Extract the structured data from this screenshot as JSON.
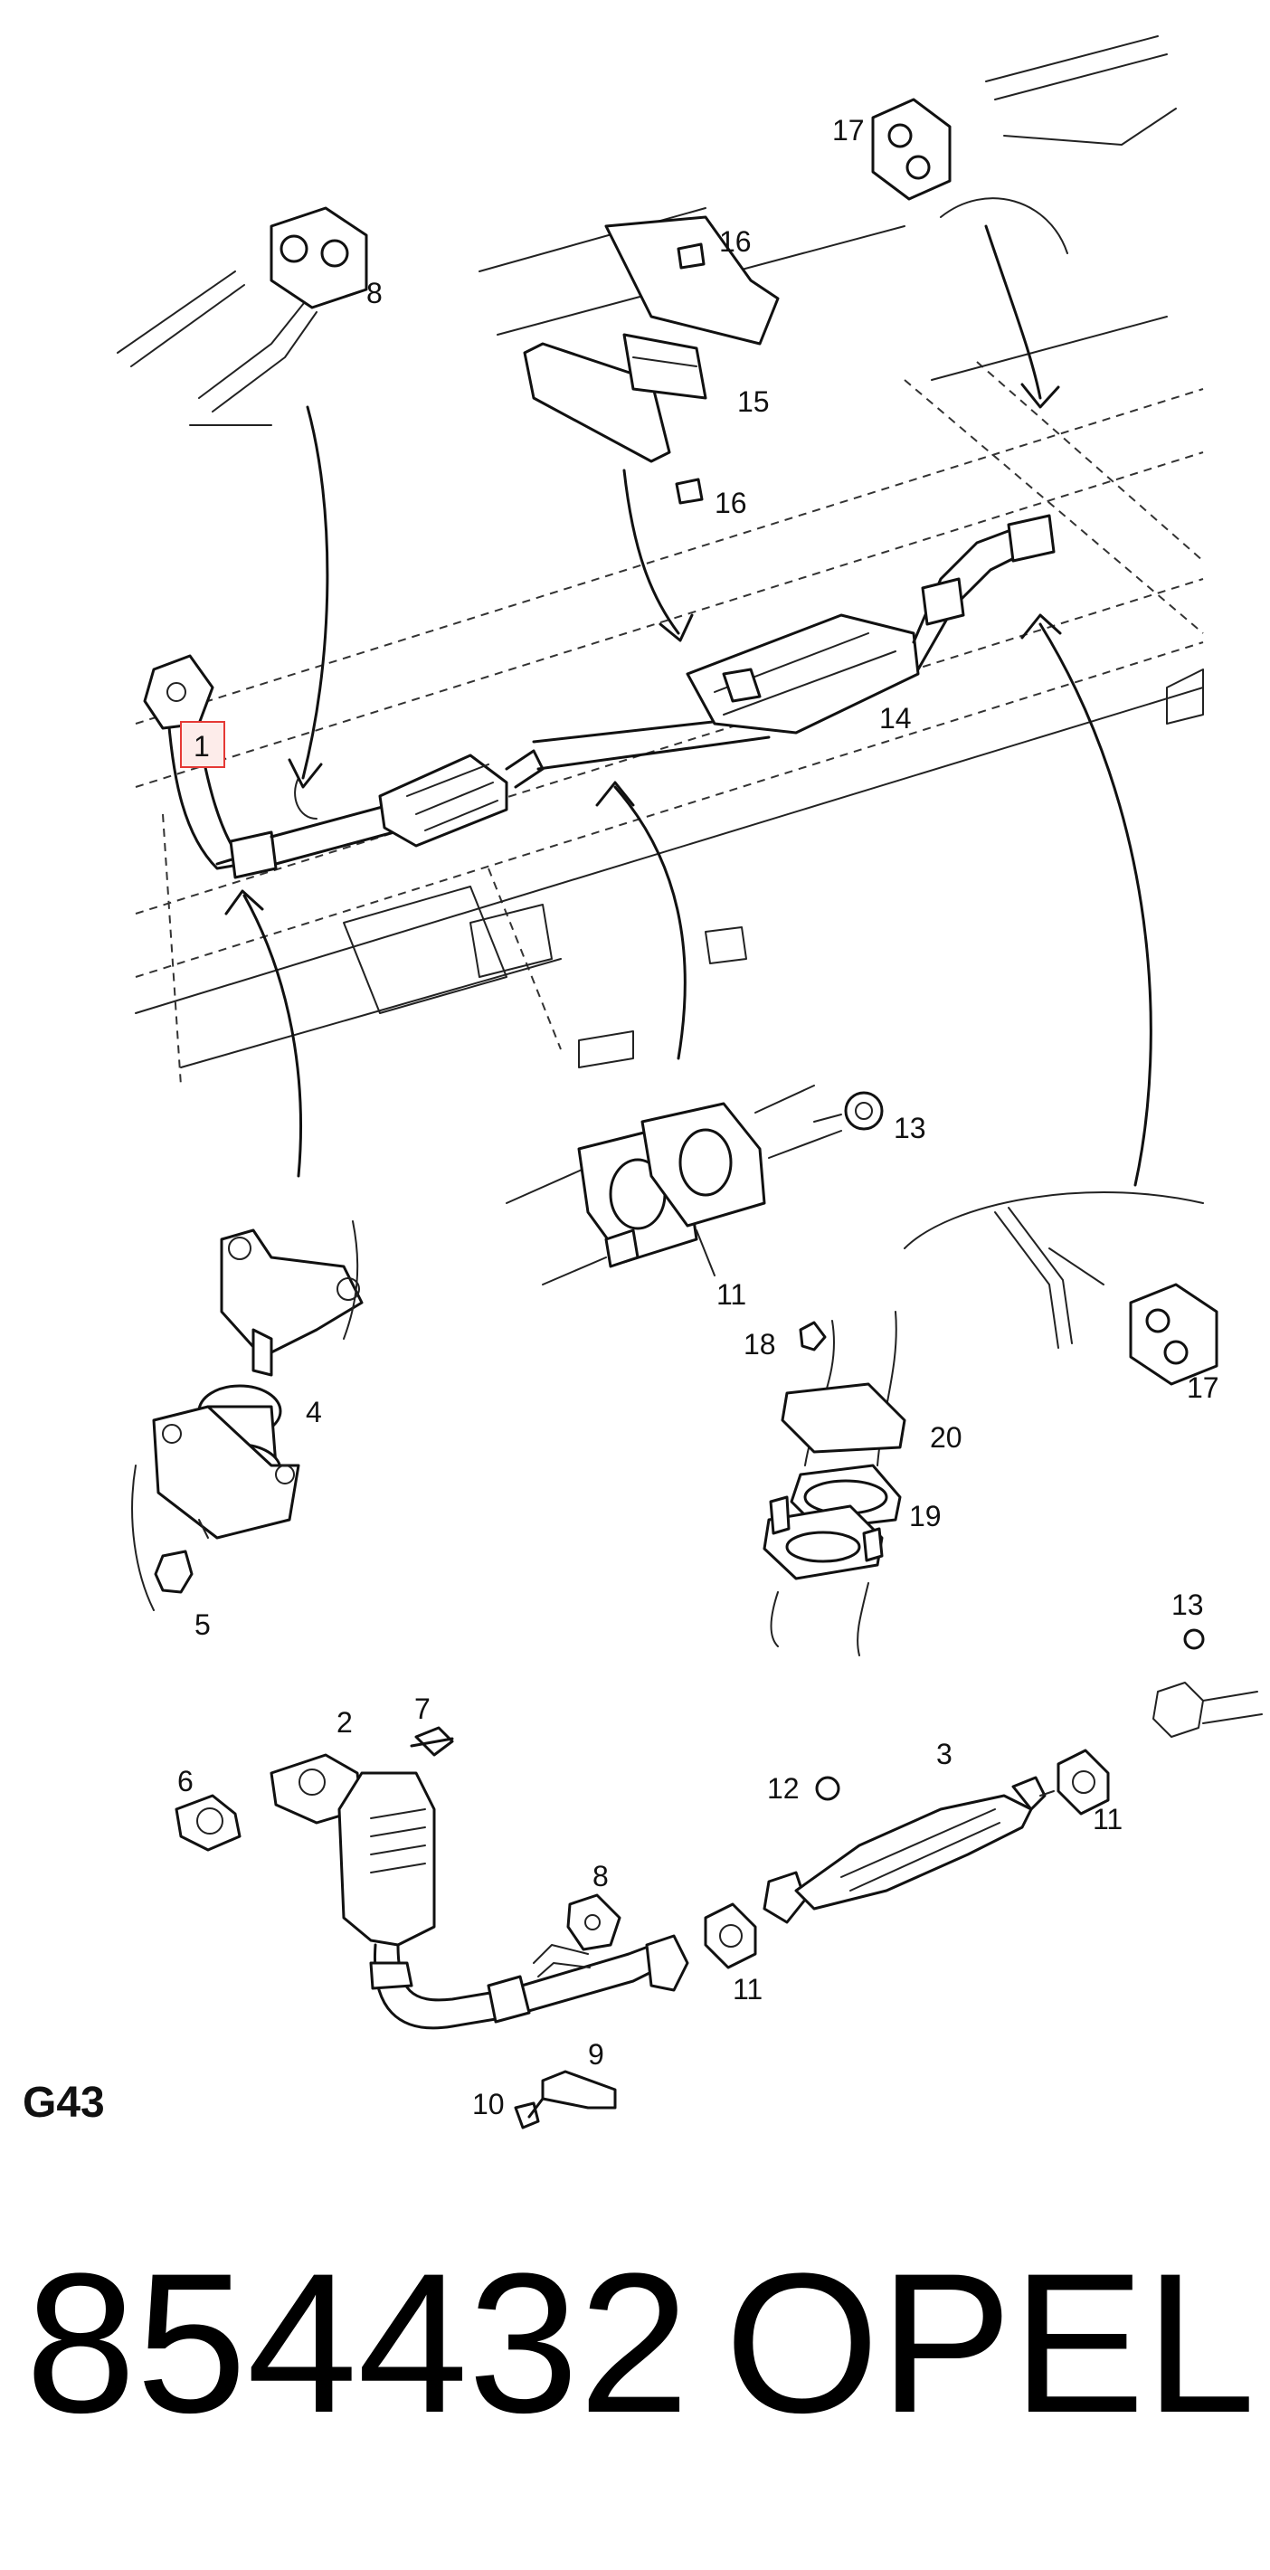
{
  "diagram": {
    "callouts": {
      "c1": "1",
      "c2": "2",
      "c3": "3",
      "c4": "4",
      "c5": "5",
      "c6": "6",
      "c7": "7",
      "c8_top": "8",
      "c8_bottom": "8",
      "c9": "9",
      "c10": "10",
      "c11_mid": "11",
      "c11_low_a": "11",
      "c11_low_b": "11",
      "c12": "12",
      "c13_mid": "13",
      "c13_low": "13",
      "c14": "14",
      "c15": "15",
      "c16_top": "16",
      "c16_low": "16",
      "c17_top": "17",
      "c17_right": "17",
      "c18": "18",
      "c19": "19",
      "c20": "20"
    },
    "highlighted_part": "1",
    "highlight_color": "#e53935",
    "section_code": "G43"
  },
  "caption": {
    "part_number": "854432",
    "brand": "OPEL"
  }
}
